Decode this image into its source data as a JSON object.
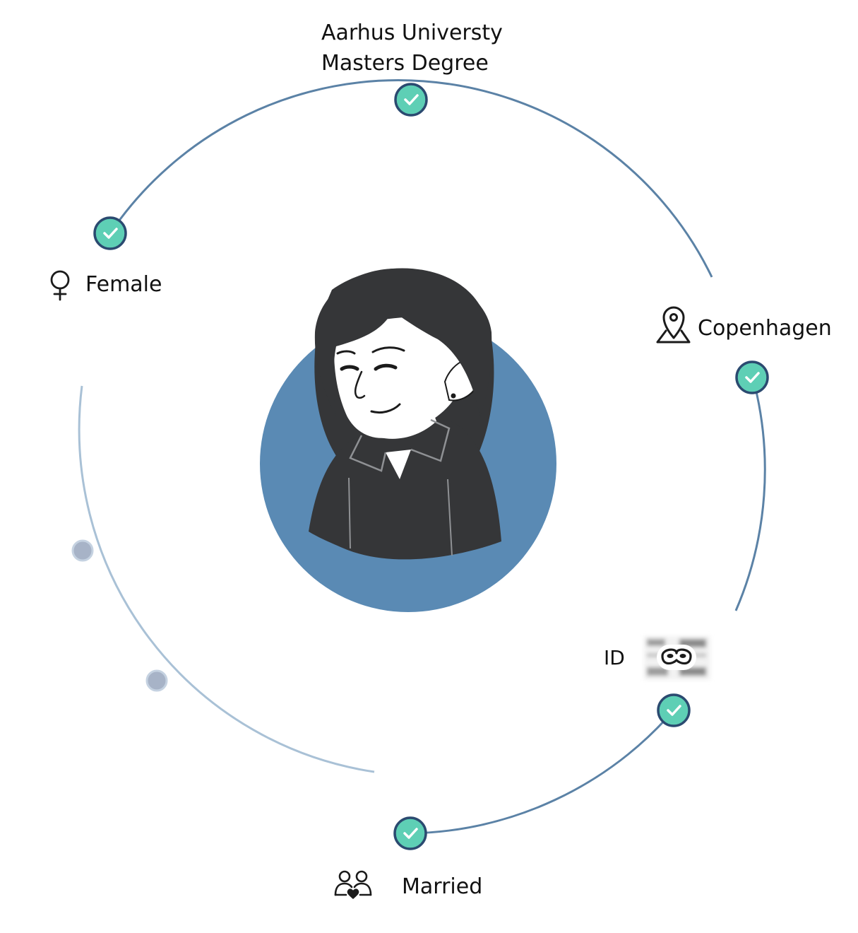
{
  "colors": {
    "arc_dark": "#5b82a6",
    "arc_light": "#a9c1d6",
    "node_check_fill": "#5ecfb5",
    "node_check_border": "#2b4a70",
    "node_pending_fill": "#a7b3c7",
    "node_pending_border": "#c5d2e1",
    "avatar_bg": "#5a8ab4",
    "hair": "#353638",
    "skin": "#ffffff",
    "line": "#1b1b1b"
  },
  "profile": {
    "education": {
      "line1": "Aarhus Universty",
      "line2": "Masters Degree",
      "verified": true
    },
    "gender": {
      "label": "Female",
      "icon": "female-symbol-icon",
      "verified": true
    },
    "location": {
      "label": "Copenhagen",
      "icon": "map-pin-icon",
      "verified": true
    },
    "id": {
      "label": "ID",
      "icon": "mask-icon",
      "verified": true
    },
    "marital_status": {
      "label": "Married",
      "icon": "couple-heart-icon",
      "verified": true
    },
    "pending_count": 2
  }
}
